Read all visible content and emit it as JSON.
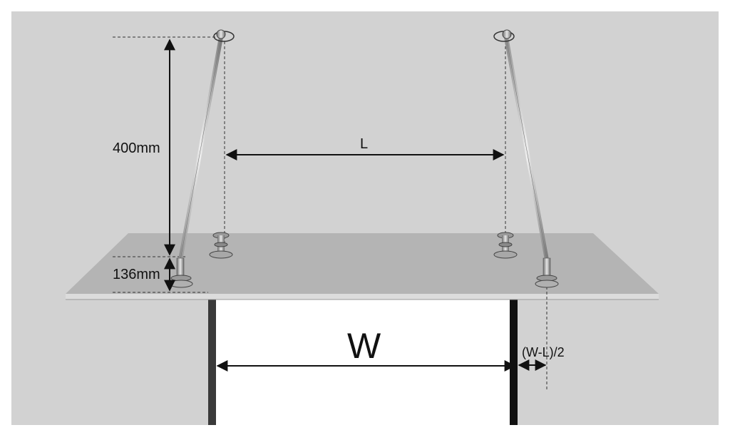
{
  "diagram": {
    "labels": {
      "height_upper": "400mm",
      "height_lower": "136mm",
      "bracket_spacing": "L",
      "opening_width": "W",
      "edge_offset": "(W-L)/2"
    },
    "colors": {
      "wall": "#d2d2d2",
      "canopy_top": "#b4b4b4",
      "canopy_edge": "#d9d9d9",
      "door_opening": "#ffffff",
      "door_frame": "#3a3a3a",
      "dimension_line": "#111111",
      "rod": "#c8c8c8",
      "fitting": "#9a9a9a"
    }
  }
}
